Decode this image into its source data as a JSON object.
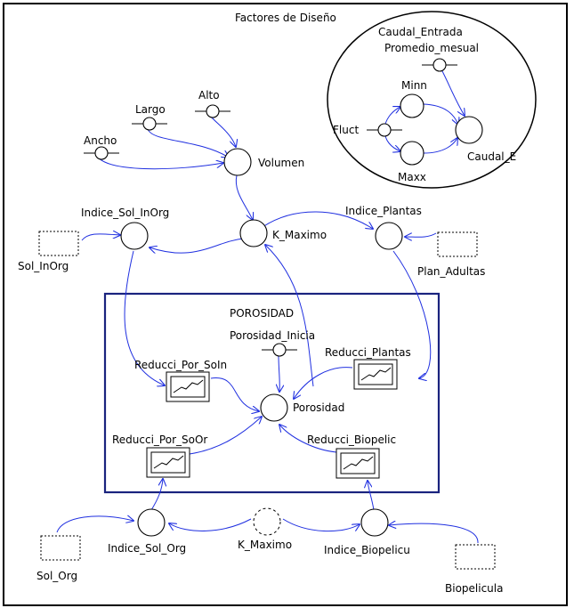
{
  "title": "Factores de Diseño",
  "sector_label": "POROSIDAD",
  "colors": {
    "link": "#1f2fe0",
    "sector_border": "#1a237e",
    "node_stroke": "#000000"
  },
  "sources": {
    "sol_inorg": "Sol_InOrg",
    "plan_adultas": "Plan_Adultas",
    "sol_org": "Sol_Org",
    "biopelicula": "Biopelicula"
  },
  "constants": {
    "ancho": "Ancho",
    "largo": "Largo",
    "alto": "Alto",
    "porosidad_inicia": "Porosidad_Inicia",
    "promedio_mesual": "Promedio_mesual",
    "fluct": "Fluct"
  },
  "converters": {
    "volumen": "Volumen",
    "indice_sol_inorg": "Indice_Sol_InOrg",
    "k_maximo": "K_Maximo",
    "indice_plantas": "Indice_Plantas",
    "porosidad": "Porosidad",
    "indice_sol_org": "Indice_Sol_Org",
    "k_maximo_ghost": "K_Maximo",
    "indice_biopelicu": "Indice_Biopelicu",
    "minn": "Minn",
    "maxx": "Maxx",
    "caudal_e": "Caudal_E",
    "caudal_entrada": "Caudal_Entrada"
  },
  "graphicals": {
    "reducci_por_soin": "Reducci_Por_SoIn",
    "reducci_plantas": "Reducci_Plantas",
    "reducci_por_soor": "Reducci_Por_SoOr",
    "reducci_biopelic": "Reducci_Biopelic"
  }
}
